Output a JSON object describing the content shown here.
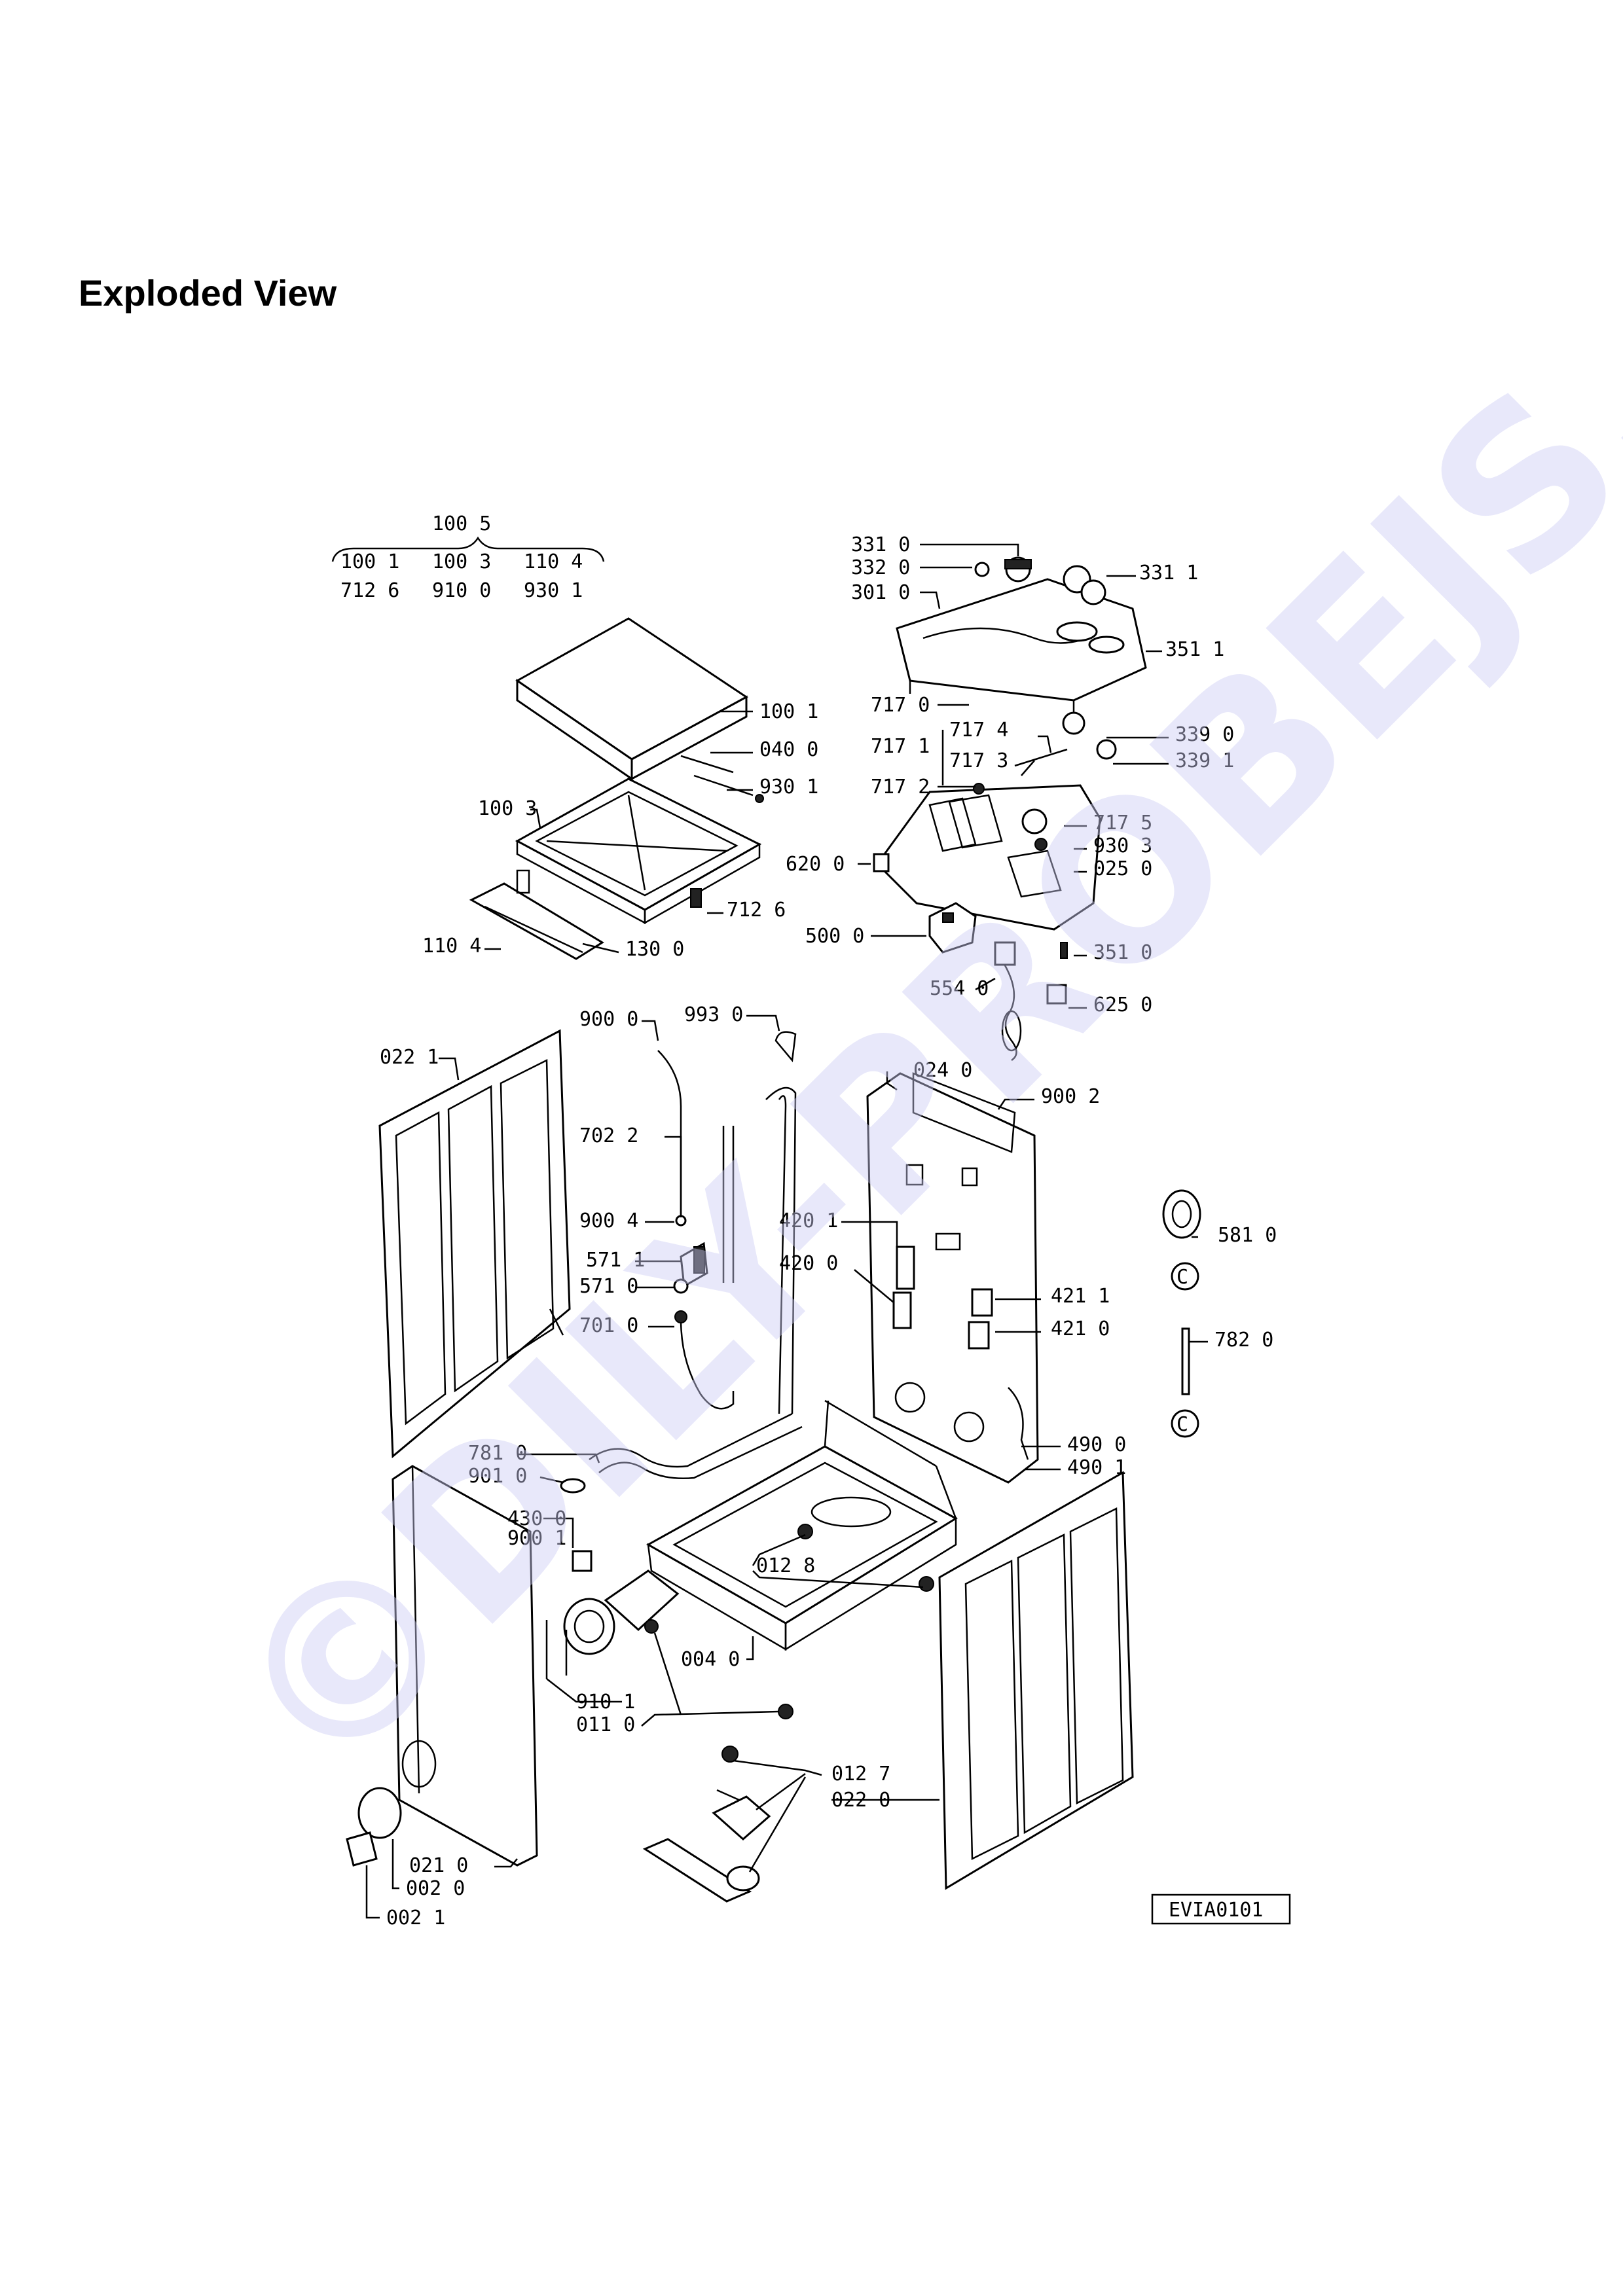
{
  "page": {
    "title": "Exploded View",
    "watermark": "©DILY-PROBEJS.cz"
  },
  "assembly": {
    "code": "100 5",
    "members_row1": [
      "100 1",
      "100 3",
      "110 4"
    ],
    "members_row2": [
      "712 6",
      "910 0",
      "930 1"
    ]
  },
  "labels": {
    "p331_0": "331 0",
    "p332_0": "332 0",
    "p301_0": "301 0",
    "p331_1": "331 1",
    "p351_1": "351 1",
    "p717_0": "717 0",
    "p717_1": "717 1",
    "p717_4": "717 4",
    "p717_3": "717 3",
    "p717_2": "717 2",
    "p339_0": "339 0",
    "p339_1": "339 1",
    "p717_5": "717 5",
    "p930_3": "930 3",
    "p025_0": "025 0",
    "p620_0": "620 0",
    "p500_0": "500 0",
    "p351_0": "351 0",
    "p554_0": "554 0",
    "p625_0": "625 0",
    "p100_1": "100 1",
    "p040_0": "040 0",
    "p930_1": "930 1",
    "p100_3": "100 3",
    "p712_6": "712 6",
    "p110_4": "110 4",
    "p130_0": "130 0",
    "p022_1": "022 1",
    "p900_0": "900 0",
    "p993_0": "993 0",
    "p702_2": "702 2",
    "p900_4": "900 4",
    "p571_1": "571 1",
    "p571_0": "571 0",
    "p701_0": "701 0",
    "p024_0": "024 0",
    "p900_2": "900 2",
    "p420_1": "420 1",
    "p420_0": "420 0",
    "p421_1": "421 1",
    "p421_0": "421 0",
    "p581_0": "581 0",
    "p782_0": "782 0",
    "p490_0": "490 0",
    "p490_1": "490 1",
    "p781_0": "781 0",
    "p901_0": "901 0",
    "p430_0": "430 0",
    "p900_1": "900 1",
    "p012_8": "012 8",
    "p004_0": "004 0",
    "p910_1": "910 1",
    "p011_0": "011 0",
    "p012_7": "012 7",
    "p022_0": "022 0",
    "p021_0": "021 0",
    "p002_0": "002 0",
    "p002_1": "002 1",
    "c1": "C",
    "c2": "C"
  },
  "drawing_code": "EVIA0101"
}
